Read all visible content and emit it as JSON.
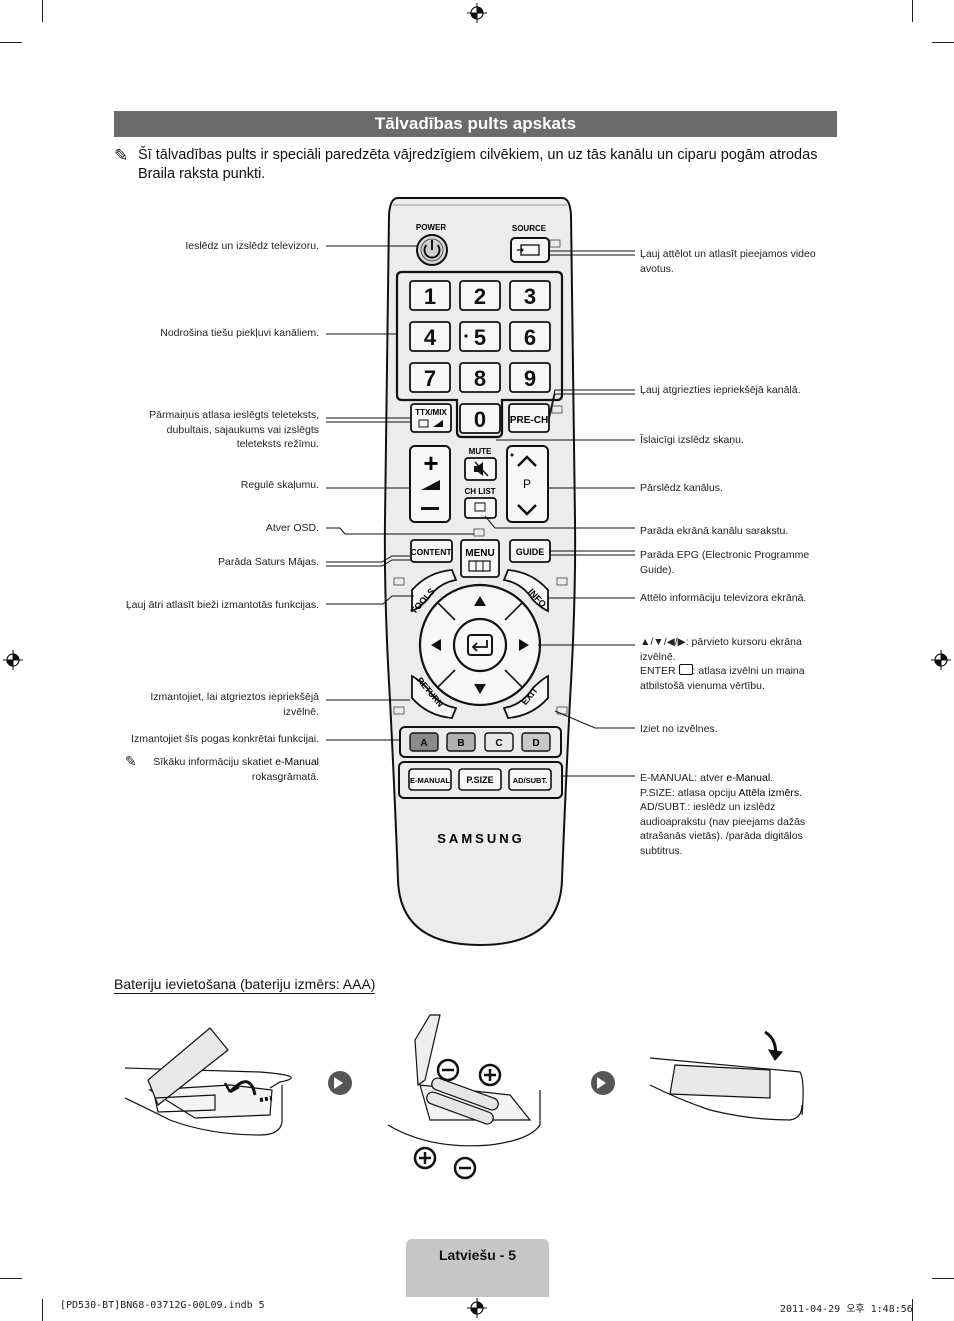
{
  "page": {
    "title": "Tālvadības pults apskats",
    "intro": "Šī tālvadības pults ir speciāli paredzēta vājredzīgiem cilvēkiem, un uz tās kanālu un ciparu pogām atrodas Braila raksta punkti.",
    "note_icon": "pencil-note-icon"
  },
  "remote": {
    "power": "POWER",
    "source": "SOURCE",
    "digits": [
      "1",
      "2",
      "3",
      "4",
      "5",
      "6",
      "7",
      "8",
      "9",
      "0"
    ],
    "ttx": "TTX/MIX",
    "prech": "PRE-CH",
    "mute": "MUTE",
    "chlist": "CH LIST",
    "p": "P",
    "content": "CONTENT",
    "menu": "MENU",
    "guide": "GUIDE",
    "tools": "TOOLS",
    "info": "INFO",
    "return": "RETURN",
    "exit": "EXIT",
    "colors": [
      "A",
      "B",
      "C",
      "D"
    ],
    "emanual": "E-MANUAL",
    "psize": "P.SIZE",
    "adsubt": "AD/SUBT.",
    "brand": "SAMSUNG"
  },
  "labels_left": {
    "power": "Ieslēdz un izslēdz televizoru.",
    "digits": "Nodrošina tiešu piekļuvi kanāliem.",
    "ttx": "Pārmaiņus atlasa ieslēgts teleteksts, dubultais, sajaukums vai izslēgts teleteksts režīmu.",
    "volume": "Regulē skaļumu.",
    "osd": "Atver OSD.",
    "content": "Parāda Saturs Mājas.",
    "tools": "Ļauj ātri atlasīt bieži izmantotās funkcijas.",
    "return": "Izmantojiet, lai atgrieztos iepriekšējā izvēlnē.",
    "colors": "Izmantojiet šīs pogas konkrētai funkcijai.",
    "note_prefix": "Sīkāku informāciju skatiet ",
    "note_emanual": "e-Manual",
    "note_suffix": " rokasgrāmatā."
  },
  "labels_right": {
    "source": "Ļauj attēlot un atlasīt pieejamos video avotus.",
    "prech": "Ļauj atgriezties iepriekšējā kanālā.",
    "mute": "Īslaicīgi izslēdz skaņu.",
    "channel": "Pārslēdz kanālus.",
    "chlist": "Parāda ekrānā kanālu sarakstu.",
    "guide": "Parāda EPG (Electronic Programme Guide).",
    "info": "Attēlo informāciju televizora ekrānā.",
    "nav": "▲/▼/◀/▶: pārvieto kursoru ekrāna izvēlnē.",
    "enter_prefix": "ENTER ",
    "enter_suffix": ": atlasa izvēlni un maina atbilstošā vienuma vērtību.",
    "exit": "Iziet no izvēlnes.",
    "emanual_key": "E-MANUAL",
    "emanual_mid": ": atver ",
    "emanual_val": "e-Manual",
    "psize_key": "P.SIZE",
    "psize_mid": ": atlasa opciju ",
    "psize_val": "Attēla izmērs",
    "adsubt_key": "AD/SUBT.",
    "adsubt_text": ": ieslēdz un izslēdz audioaprakstu (nav pieejams dažās atrašanās vietās). /parāda digitālos subtitrus."
  },
  "battery": {
    "heading": "Bateriju ievietošana (bateriju izmērs: AAA)"
  },
  "footer": {
    "page_label": "Latviešu - 5",
    "file": "[PD530-BT]BN68-03712G-00L09.indb   5",
    "date": "2011-04-29   오후 1:48:56"
  },
  "colors": {
    "title_bar": "#6b6b6b",
    "footer_tab": "#c6c6c6",
    "remote_body": "#ececec",
    "button": "#f7f7f7"
  }
}
